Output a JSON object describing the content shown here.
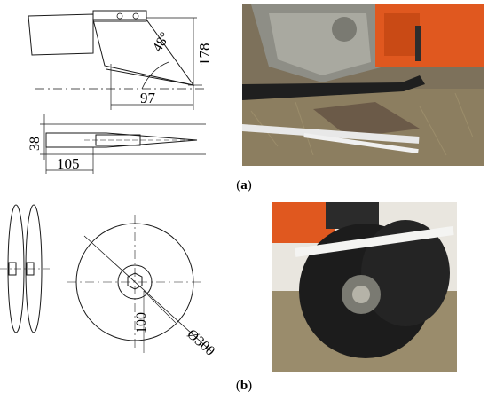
{
  "panel_a": {
    "label": "a",
    "dims": {
      "angle": "48°",
      "height": "178",
      "length": "97",
      "width": "38",
      "base": "105"
    }
  },
  "panel_b": {
    "label": "b",
    "dims": {
      "radius": "100",
      "diameter": "Ø300"
    }
  },
  "colors": {
    "line": "#1a1a1a",
    "orange": "#e0581f",
    "soil": "#8a7a5c",
    "steel": "#9a9a92"
  }
}
